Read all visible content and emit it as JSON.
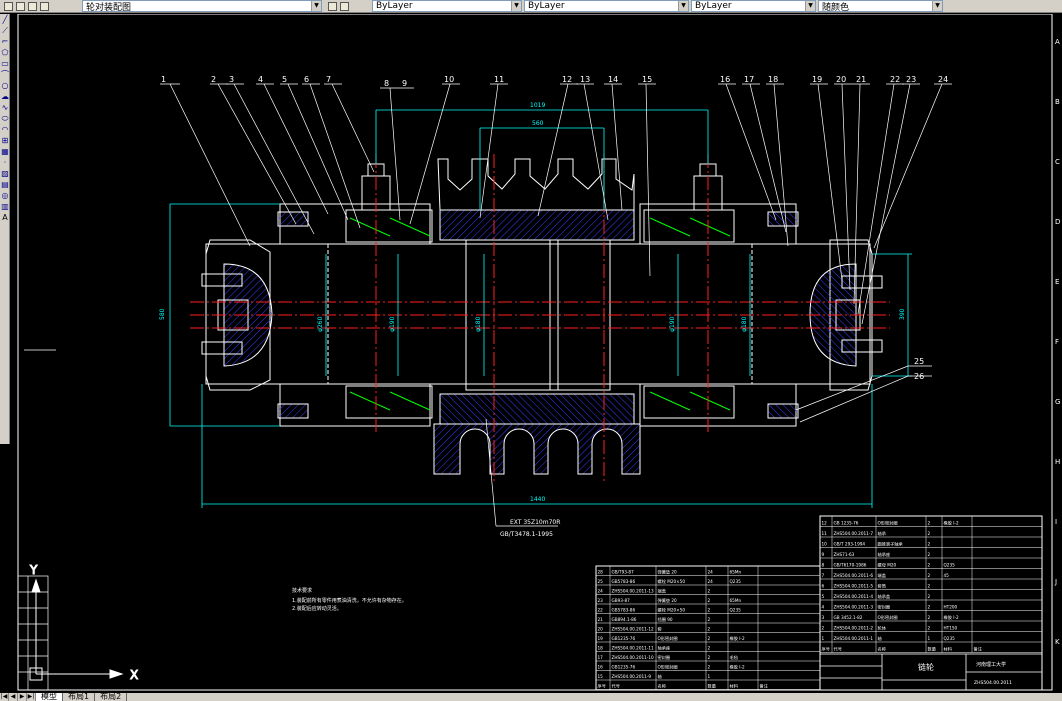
{
  "toolbar": {
    "layer_combo": "轮对装配图",
    "color_combo": "ByLayer",
    "linetype_combo": "ByLayer",
    "lineweight_combo": "ByLayer",
    "plotstyle_combo": "随颜色"
  },
  "drawbar_tools": [
    "line",
    "xline",
    "pline",
    "polygon",
    "rect",
    "arc",
    "circle",
    "revcloud",
    "spline",
    "ellipse",
    "ellipse-arc",
    "insert",
    "block",
    "point",
    "hatch",
    "gradient",
    "region",
    "table",
    "mtext"
  ],
  "drawing": {
    "balloons": [
      "1",
      "2",
      "3",
      "4",
      "5",
      "6",
      "7",
      "8",
      "9",
      "10",
      "11",
      "12",
      "13",
      "14",
      "15",
      "16",
      "17",
      "18",
      "19",
      "20",
      "21",
      "22",
      "23",
      "24",
      "25",
      "26"
    ],
    "dims": {
      "top_outer": "1019",
      "top_inner": "560",
      "bottom": "1440",
      "left_height": "580",
      "right_height": "390",
      "d1": "φ260",
      "d2": "φ190",
      "d3": "φ180",
      "d4": "φ190",
      "d5": "φ180"
    },
    "spline_note_1": "EXT 35Z10m70R",
    "spline_note_2": "GB/T3478.1-1995",
    "tech_req_title": "技术要求",
    "tech_req_lines": [
      "1.装配前所有零件用煮油清洗，不允许有杂物存在。",
      "2.装配后应转动灵活。"
    ],
    "ucs": {
      "x": "X",
      "y": "Y"
    }
  },
  "bom_left": [
    [
      "28",
      "GB/T93-87",
      "弹簧垫 20",
      "24",
      "65Mn",
      ""
    ],
    [
      "25",
      "GB5783-86",
      "螺栓 M20×50",
      "24",
      "Q235",
      ""
    ],
    [
      "24",
      "ZHS504.00.2011-13",
      "端盖",
      "2",
      "",
      ""
    ],
    [
      "23",
      "GB93-87",
      "弹簧垫 20",
      "2",
      "65Mn",
      ""
    ],
    [
      "22",
      "GB5783-86",
      "螺栓 M20×50",
      "2",
      "Q235",
      ""
    ],
    [
      "21",
      "GB894.1-86",
      "挡圈 90",
      "2",
      "",
      ""
    ],
    [
      "20",
      "ZHS504.00.2011-12",
      "套",
      "2",
      "",
      ""
    ],
    [
      "19",
      "GB1235-76",
      "O形密封圈",
      "2",
      "橡胶 I-2",
      ""
    ],
    [
      "18",
      "ZHS504.00.2011-11",
      "轴承座",
      "2",
      "",
      ""
    ],
    [
      "17",
      "ZHS504.00.2011-10",
      "密封圈",
      "2",
      "毛毡",
      ""
    ],
    [
      "16",
      "GB1235-76",
      "O形密封圈",
      "2",
      "橡胶 I-2",
      ""
    ],
    [
      "15",
      "ZHS504.00.2011-9",
      "轴",
      "1",
      "",
      ""
    ]
  ],
  "bom_right": [
    [
      "12",
      "GB 1235-76",
      "O形密封圈",
      "2",
      "橡胶 I-2",
      ""
    ],
    [
      "11",
      "ZHS504.00.2011-7",
      "轴承",
      "2",
      "",
      ""
    ],
    [
      "10",
      "GB/T 293-1994",
      "圆锥滚子轴承",
      "2",
      "",
      ""
    ],
    [
      "9",
      "ZHS71-63",
      "轴承座",
      "2",
      "",
      ""
    ],
    [
      "8",
      "GB/T6170-1986",
      "螺母 M20",
      "2",
      "Q235",
      ""
    ],
    [
      "7",
      "ZHS504.00.2011-6",
      "端盖",
      "2",
      "45",
      ""
    ],
    [
      "6",
      "ZHS504.00.2011-5",
      "套筒",
      "2",
      "",
      ""
    ],
    [
      "5",
      "ZHS504.00.2011-4",
      "轴承盖",
      "2",
      "",
      ""
    ],
    [
      "4",
      "ZHS504.00.2011-3",
      "密封圈",
      "2",
      "HT200",
      ""
    ],
    [
      "3",
      "GB 3452.1-82",
      "O形密封圈",
      "2",
      "橡胶 I-2",
      ""
    ],
    [
      "2",
      "ZHS504.00.2011-2",
      "轮体",
      "2",
      "HT150",
      ""
    ],
    [
      "1",
      "ZHS504.00.2011-1",
      "轴",
      "1",
      "Q235",
      ""
    ]
  ],
  "bom_header": [
    "序号",
    "代号",
    "名称",
    "数量",
    "材料",
    "备注"
  ],
  "title_block": {
    "name": "链轮",
    "unit": "河南理工大学",
    "drawing_no": "ZHS504.00.2011"
  },
  "tabs": [
    "模型",
    "布局1",
    "布局2"
  ],
  "colors": {
    "outline": "#ffffff",
    "center": "#ff2020",
    "dim": "#00ffff",
    "hatch": "#3a3aff",
    "leader": "#ffffff",
    "table": "#ffffff",
    "green": "#00ff00"
  }
}
